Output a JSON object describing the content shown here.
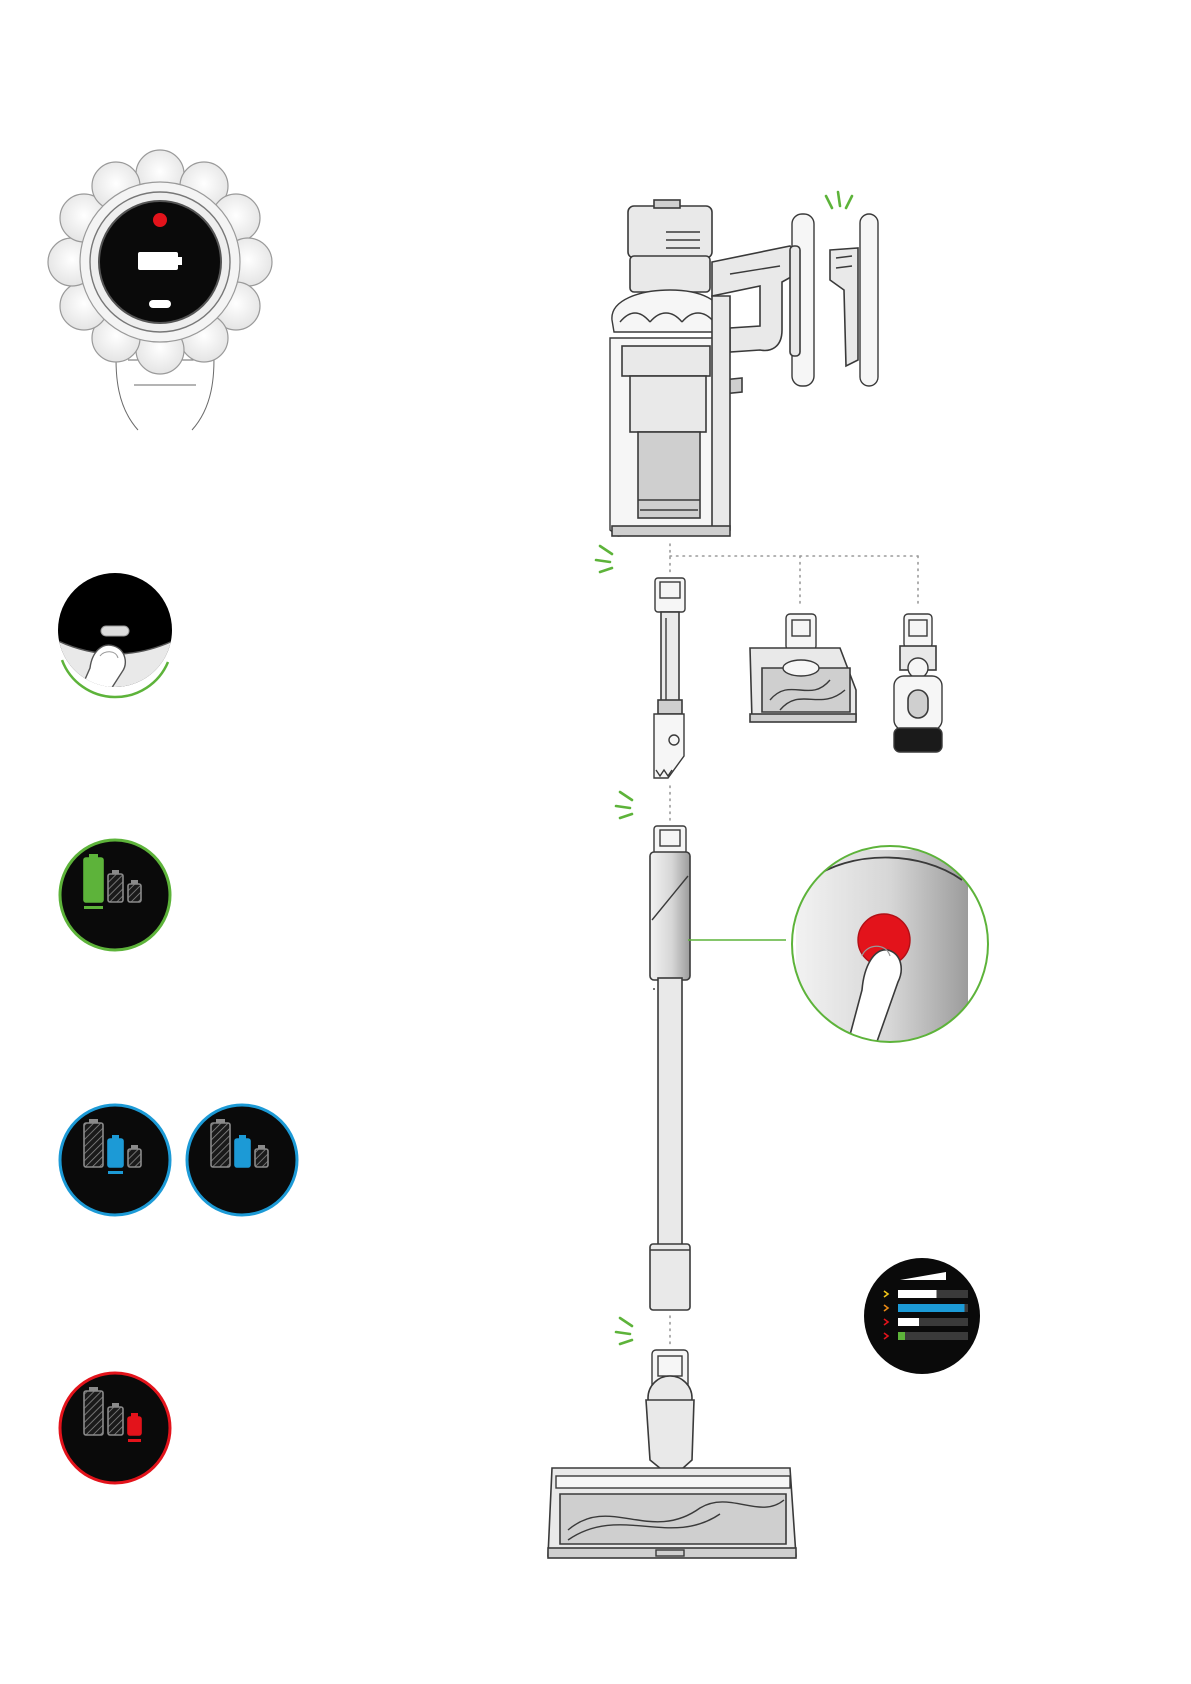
{
  "colors": {
    "accent_green": "#5db33a",
    "accent_blue": "#1c9ad6",
    "accent_red": "#e3131b",
    "screen_black": "#0a0a0a",
    "body_grey": "#e9e9e9",
    "outline": "#3a3a3a"
  },
  "icons": [
    "display-head-icon",
    "button-press-icon",
    "battery-green-mode-icon",
    "battery-blue-mode-icon",
    "battery-blue-mode-alt-icon",
    "battery-red-mode-icon",
    "vacuum-main-body-icon",
    "battery-pack-icon",
    "crevice-tool-icon",
    "mini-motorhead-icon",
    "combination-tool-icon",
    "wand-icon",
    "wand-release-button-icon",
    "floor-head-icon",
    "mode-bars-screen-icon",
    "click-sound-icon"
  ],
  "battery_levels": {
    "green": 1.0,
    "blue": 0.66,
    "red": 0.33
  },
  "mode_screen": {
    "bar_colors": [
      "#ffffff",
      "#1c9ad6",
      "#ffffff",
      "#5db33a"
    ],
    "bar_fill": [
      0.55,
      0.95,
      0.3,
      0.1
    ]
  }
}
